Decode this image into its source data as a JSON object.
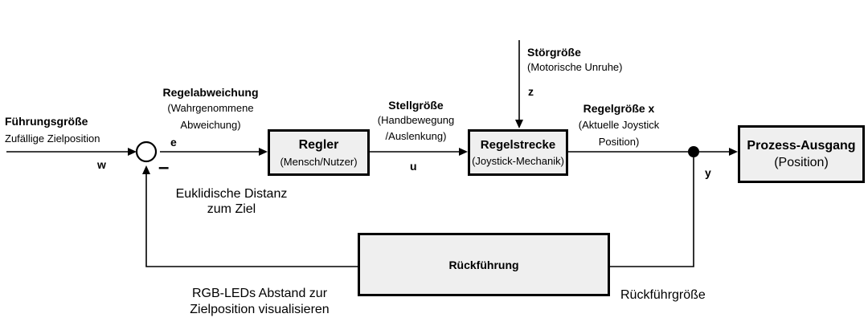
{
  "inputs": {
    "reference_title": "Führungsgröße",
    "reference_sub": "Zufällige Zielposition",
    "reference_symbol": "w"
  },
  "error": {
    "title": "Regelabweichung",
    "sub_line1": "(Wahrgenommene",
    "sub_line2": "Abweichung)",
    "symbol": "e",
    "minus_sign": "–",
    "distance_line1": "Euklidische Distanz",
    "distance_line2": "zum Ziel"
  },
  "controller": {
    "title": "Regler",
    "sub": "(Mensch/Nutzer)"
  },
  "manipulated": {
    "title": "Stellgröße",
    "sub_line1": "(Handbewegung",
    "sub_line2": "/Auslenkung)",
    "symbol": "u"
  },
  "disturbance": {
    "title": "Störgröße",
    "sub": "(Motorische Unruhe)",
    "symbol": "z"
  },
  "plant": {
    "title": "Regelstrecke",
    "sub": "(Joystick-Mechanik)"
  },
  "controlled": {
    "title": "Regelgröße x",
    "sub_line1": "(Aktuelle Joystick",
    "sub_line2": "Position)"
  },
  "output": {
    "title": "Prozess-Ausgang",
    "sub": "(Position)",
    "symbol": "y"
  },
  "feedback": {
    "title": "Rückführung",
    "note_line1": "RGB-LEDs Abstand zur",
    "note_line2": "Zielposition visualisieren",
    "signal": "Rückführgröße"
  }
}
